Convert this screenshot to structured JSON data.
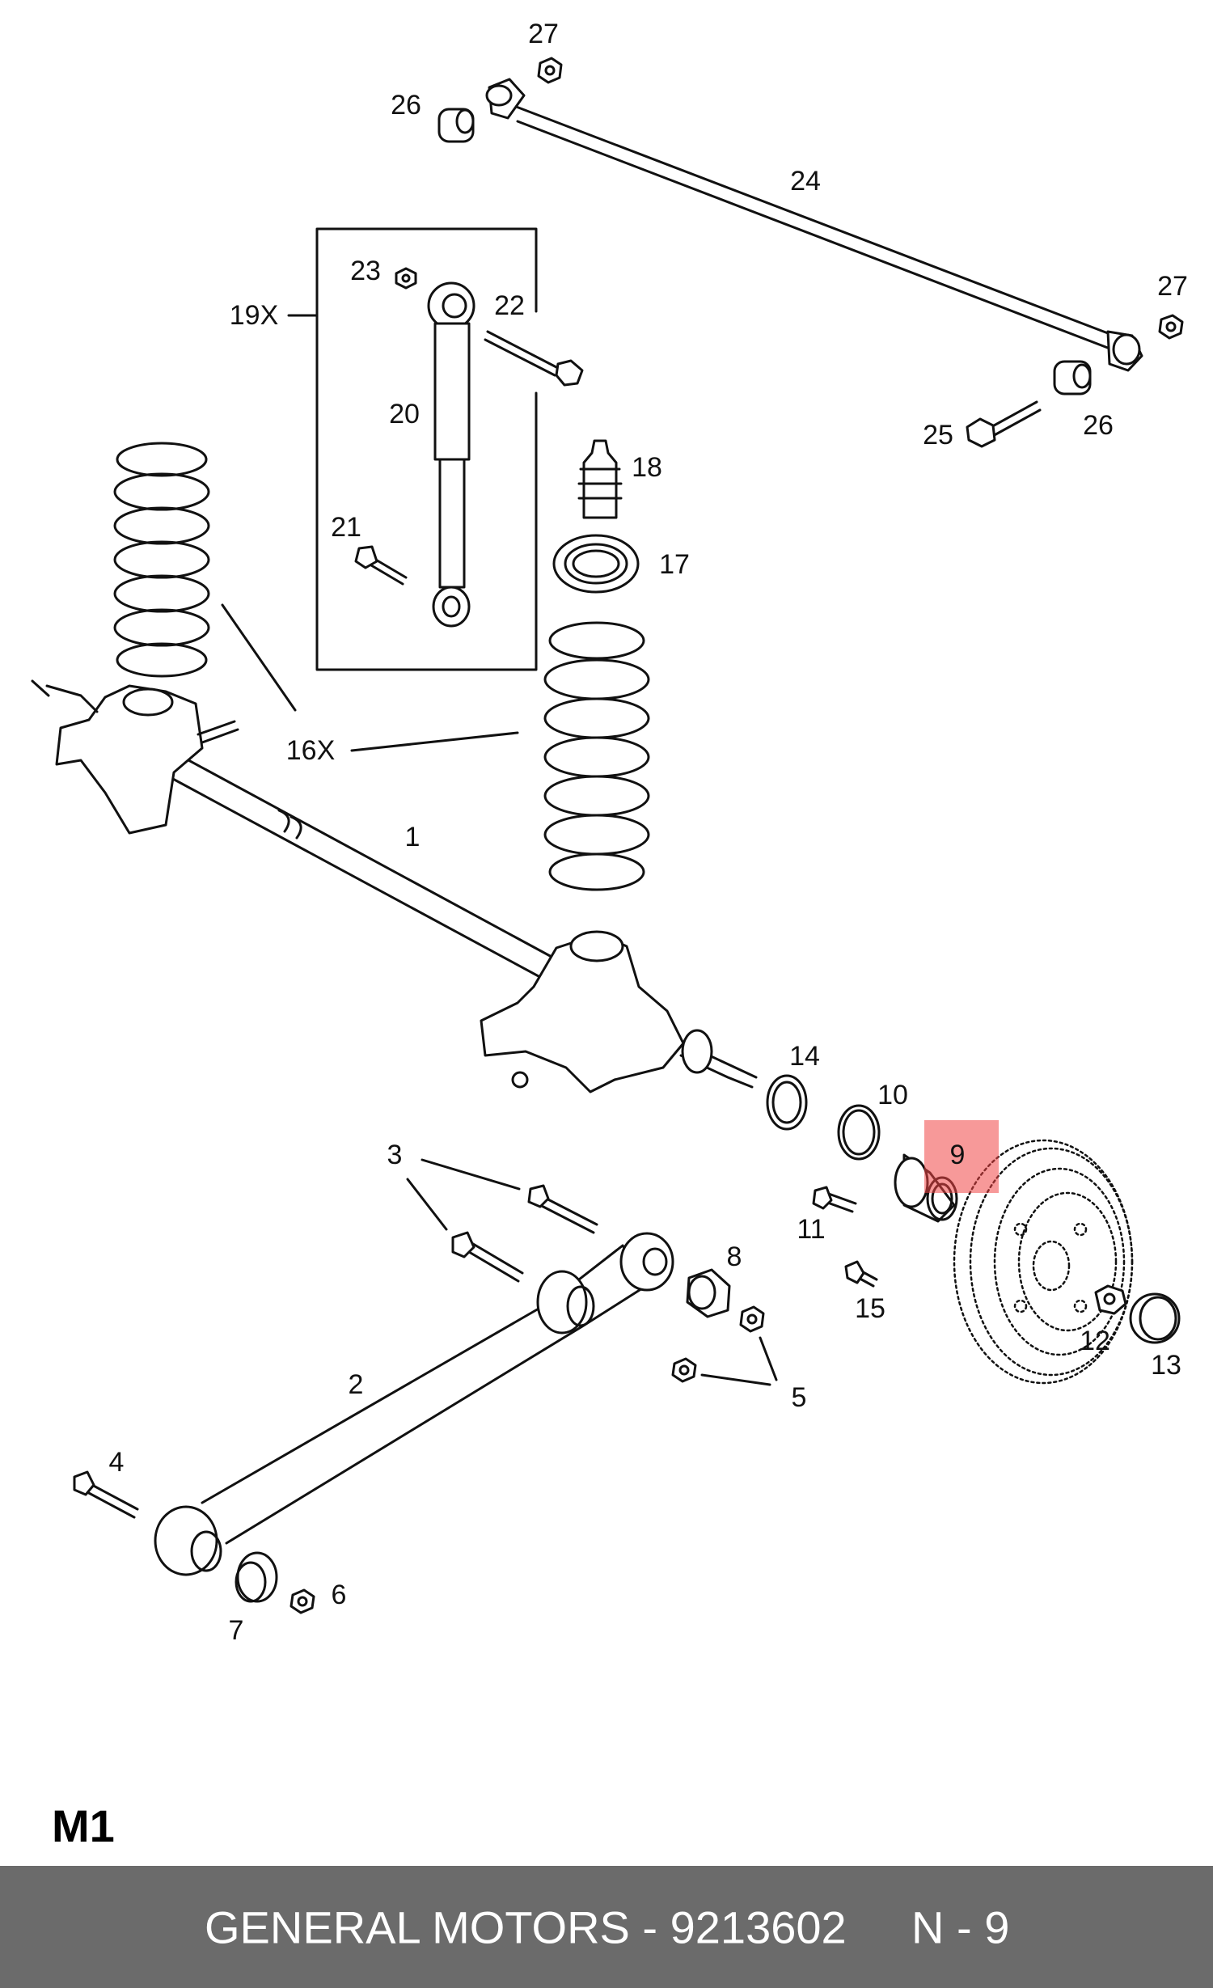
{
  "diagram": {
    "highlight_color": "#f04646",
    "callouts": [
      "27",
      "26",
      "24",
      "23",
      "22",
      "19X",
      "20",
      "18",
      "21",
      "17",
      "27",
      "25",
      "26",
      "16X",
      "1",
      "14",
      "10",
      "9",
      "3",
      "11",
      "8",
      "15",
      "12",
      "13",
      "5",
      "2",
      "4",
      "6",
      "7"
    ]
  },
  "section_code": "M1",
  "footer": {
    "part_text": "GENERAL MOTORS - 9213602",
    "position_text": "N - 9",
    "background": "#6b6b6b"
  }
}
